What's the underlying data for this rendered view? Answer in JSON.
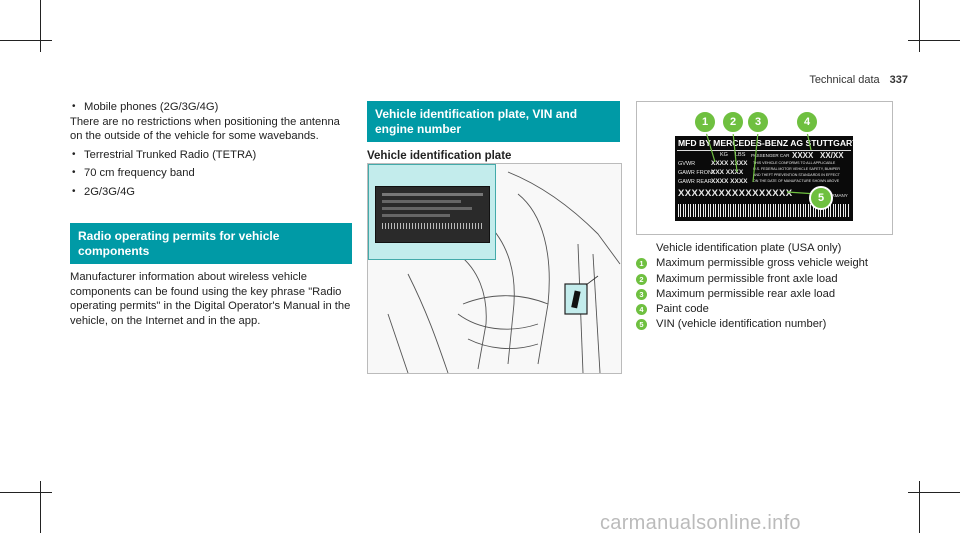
{
  "header": {
    "section": "Technical data",
    "page": "337"
  },
  "left": {
    "bullet_top": "Mobile phones (2G/3G/4G)",
    "para1": "There are no restrictions when positioning the antenna on the outside of the vehicle for some wavebands.",
    "bullets": [
      "Terrestrial Trunked Radio (TETRA)",
      "70 cm frequency band",
      "2G/3G/4G"
    ],
    "heading": "Radio operating permits for vehicle components",
    "para2": "Manufacturer information about wireless vehicle components can be found using the key phrase \"Radio operating permits\" in the Digital Operator's Manual in the vehicle, on the Internet and in the app."
  },
  "middle": {
    "heading": "Vehicle identification plate, VIN and engine number",
    "subheading": "Vehicle identification plate"
  },
  "plate": {
    "title": "MFD BY MERCEDES-BENZ AG STUTTGART",
    "kg": "KG",
    "lbs": "LBS",
    "passenger": "PASSENGER CAR",
    "code1": "XXXX",
    "code2": "XX/XX",
    "gvwr": "GVWR",
    "gawr_front": "GAWR FRONT",
    "gawr_rear": "GAWR REAR",
    "val_gvwr": "XXXX XXXX",
    "val_front": "XXX XXXX",
    "val_rear": "XXXX XXXX",
    "cert1": "THIS VEHICLE CONFORMS TO ALL APPLICABLE",
    "cert2": "U.S. FEDERAL MOTOR VEHICLE SAFETY, BUMPER",
    "cert3": "AND THEFT PREVENTION STANDARDS IN EFFECT",
    "cert4": "ON THE DATE OF MANUFACTURE SHOWN ABOVE",
    "vin": "XXXXXXXXXXXXXXXXX",
    "country": "GERMANY"
  },
  "callouts": [
    "1",
    "2",
    "3",
    "4",
    "5"
  ],
  "legend": {
    "caption": "Vehicle identification plate (USA only)",
    "items": [
      {
        "num": "1",
        "text": "Maximum permissible gross vehicle weight"
      },
      {
        "num": "2",
        "text": "Maximum permissible front axle load"
      },
      {
        "num": "3",
        "text": "Maximum permissible rear axle load"
      },
      {
        "num": "4",
        "text": "Paint code"
      },
      {
        "num": "5",
        "text": "VIN (vehicle identification number)"
      }
    ]
  },
  "watermark": "carmanualsonline.info",
  "colors": {
    "accent": "#009aa6",
    "callout": "#6fc040",
    "highlight": "#c3ecec"
  }
}
